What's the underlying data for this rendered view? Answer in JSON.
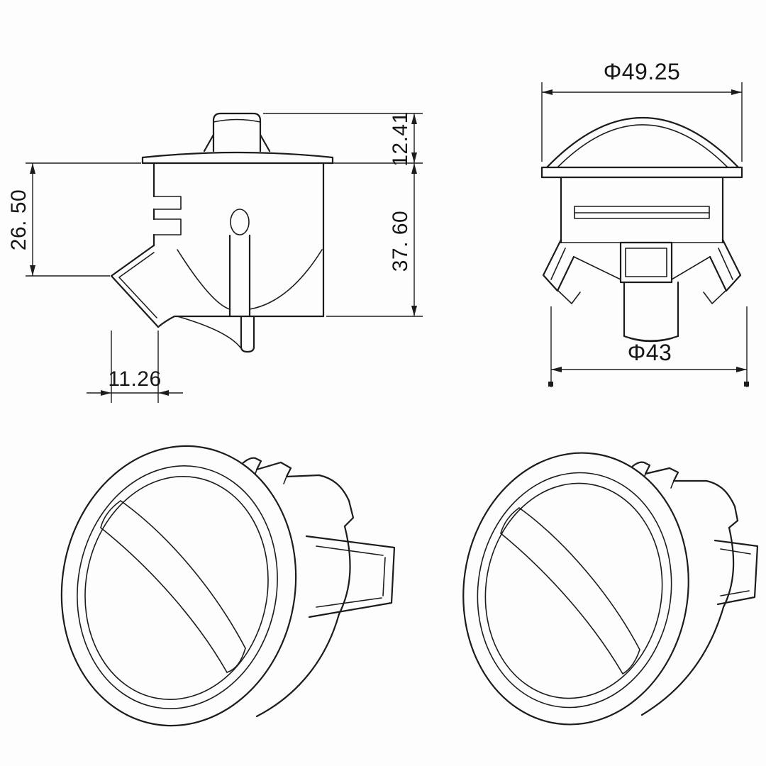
{
  "page": {
    "background": "#fdfdfd",
    "line_color": "#1c1c1c"
  },
  "drawing": {
    "dimensions": {
      "dome_height": "12.41",
      "body_height": "37. 60",
      "cap_to_wing_height": "26. 50",
      "wing_width": "11.26",
      "flange_diameter": "Φ49.25",
      "mount_diameter": "Φ43"
    }
  }
}
